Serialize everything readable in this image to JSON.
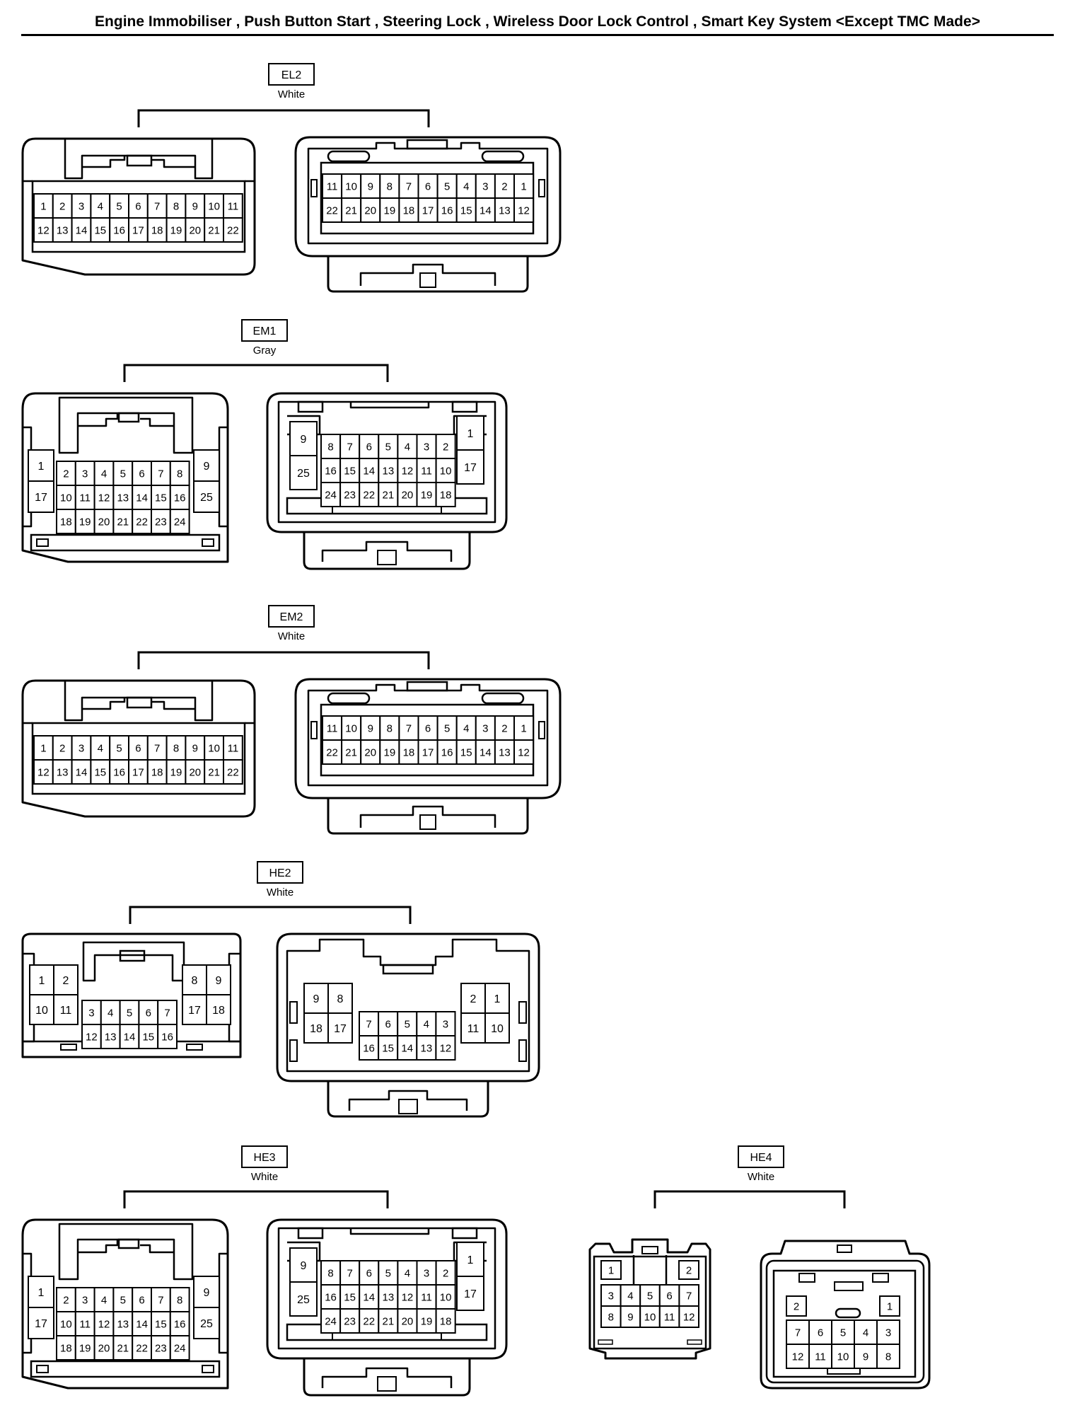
{
  "page": {
    "title": "Engine Immobiliser , Push Button Start , Steering Lock , Wireless Door Lock Control , Smart Key System <Except TMC Made>"
  },
  "connectors": [
    {
      "code": "EL2",
      "color": "White",
      "pins_a": [
        [
          "1",
          "2",
          "3",
          "4",
          "5",
          "6",
          "7",
          "8",
          "9",
          "10",
          "11"
        ],
        [
          "12",
          "13",
          "14",
          "15",
          "16",
          "17",
          "18",
          "19",
          "20",
          "21",
          "22"
        ]
      ],
      "pins_b": [
        [
          "11",
          "10",
          "9",
          "8",
          "7",
          "6",
          "5",
          "4",
          "3",
          "2",
          "1"
        ],
        [
          "22",
          "21",
          "20",
          "19",
          "18",
          "17",
          "16",
          "15",
          "14",
          "13",
          "12"
        ]
      ]
    },
    {
      "code": "EM1",
      "color": "Gray",
      "pins_a": {
        "left": [
          "1",
          "17"
        ],
        "center": [
          [
            "2",
            "3",
            "4",
            "5",
            "6",
            "7",
            "8"
          ],
          [
            "10",
            "11",
            "12",
            "13",
            "14",
            "15",
            "16"
          ],
          [
            "18",
            "19",
            "20",
            "21",
            "22",
            "23",
            "24"
          ]
        ],
        "right": [
          "9",
          "25"
        ]
      },
      "pins_b": {
        "left": [
          "9",
          "25"
        ],
        "center": [
          [
            "8",
            "7",
            "6",
            "5",
            "4",
            "3",
            "2"
          ],
          [
            "16",
            "15",
            "14",
            "13",
            "12",
            "11",
            "10"
          ],
          [
            "24",
            "23",
            "22",
            "21",
            "20",
            "19",
            "18"
          ]
        ],
        "right": [
          "1",
          "17"
        ]
      }
    },
    {
      "code": "EM2",
      "color": "White",
      "pins_a": [
        [
          "1",
          "2",
          "3",
          "4",
          "5",
          "6",
          "7",
          "8",
          "9",
          "10",
          "11"
        ],
        [
          "12",
          "13",
          "14",
          "15",
          "16",
          "17",
          "18",
          "19",
          "20",
          "21",
          "22"
        ]
      ],
      "pins_b": [
        [
          "11",
          "10",
          "9",
          "8",
          "7",
          "6",
          "5",
          "4",
          "3",
          "2",
          "1"
        ],
        [
          "22",
          "21",
          "20",
          "19",
          "18",
          "17",
          "16",
          "15",
          "14",
          "13",
          "12"
        ]
      ]
    },
    {
      "code": "HE2",
      "color": "White",
      "pins_a": {
        "left": [
          [
            "1",
            "2"
          ],
          [
            "10",
            "11"
          ]
        ],
        "center": [
          [
            "3",
            "4",
            "5",
            "6",
            "7"
          ],
          [
            "12",
            "13",
            "14",
            "15",
            "16"
          ]
        ],
        "right": [
          [
            "8",
            "9"
          ],
          [
            "17",
            "18"
          ]
        ]
      },
      "pins_b": {
        "left": [
          [
            "9",
            "8"
          ],
          [
            "18",
            "17"
          ]
        ],
        "center": [
          [
            "7",
            "6",
            "5",
            "4",
            "3"
          ],
          [
            "16",
            "15",
            "14",
            "13",
            "12"
          ]
        ],
        "right": [
          [
            "2",
            "1"
          ],
          [
            "11",
            "10"
          ]
        ]
      }
    },
    {
      "code": "HE3",
      "color": "White",
      "pins_a": {
        "left": [
          "1",
          "17"
        ],
        "center": [
          [
            "2",
            "3",
            "4",
            "5",
            "6",
            "7",
            "8"
          ],
          [
            "10",
            "11",
            "12",
            "13",
            "14",
            "15",
            "16"
          ],
          [
            "18",
            "19",
            "20",
            "21",
            "22",
            "23",
            "24"
          ]
        ],
        "right": [
          "9",
          "25"
        ]
      },
      "pins_b": {
        "left": [
          "9",
          "25"
        ],
        "center": [
          [
            "8",
            "7",
            "6",
            "5",
            "4",
            "3",
            "2"
          ],
          [
            "16",
            "15",
            "14",
            "13",
            "12",
            "11",
            "10"
          ],
          [
            "24",
            "23",
            "22",
            "21",
            "20",
            "19",
            "18"
          ]
        ],
        "right": [
          "1",
          "17"
        ]
      }
    },
    {
      "code": "HE4",
      "color": "White",
      "pins_a": {
        "top_left": "1",
        "top_right": "2",
        "rows": [
          [
            "3",
            "4",
            "5",
            "6",
            "7"
          ],
          [
            "8",
            "9",
            "10",
            "11",
            "12"
          ]
        ]
      },
      "pins_b": {
        "top_left": "2",
        "top_right": "1",
        "rows": [
          [
            "7",
            "6",
            "5",
            "4",
            "3"
          ],
          [
            "12",
            "11",
            "10",
            "9",
            "8"
          ]
        ]
      }
    }
  ]
}
